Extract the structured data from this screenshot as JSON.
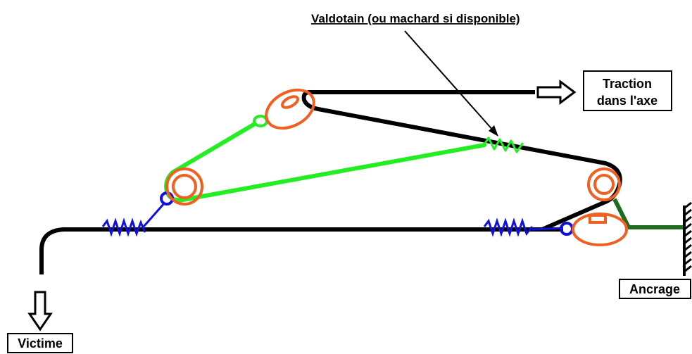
{
  "colors": {
    "main_rope": "#000000",
    "loop_rope": "#22ee22",
    "prusik": "#1010e0",
    "carabiner": "#f06020",
    "anchor_sling": "#1f6b1f"
  },
  "labels": {
    "valdotain": "Valdotain (ou machard si disponible)",
    "traction_line1": "Traction",
    "traction_line2": "dans l'axe",
    "ancrage": "Ancrage",
    "victime": "Victime"
  },
  "icons": {
    "traction_arrow": "right-arrow-outline",
    "victim_arrow": "down-arrow-outline",
    "anchor": "hatched-wall-anchor"
  }
}
